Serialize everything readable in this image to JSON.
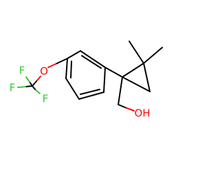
{
  "molecule": {
    "atoms": {
      "f_top": {
        "label": "F",
        "color": "#33cc33"
      },
      "f_left": {
        "label": "F",
        "color": "#33cc33"
      },
      "f_bottom": {
        "label": "F",
        "color": "#33cc33"
      },
      "o_ether": {
        "label": "O",
        "color": "#ff0d0d"
      },
      "oh": {
        "label": "OH",
        "color": "#ff0d0d"
      }
    },
    "bond_color": "#000000"
  }
}
